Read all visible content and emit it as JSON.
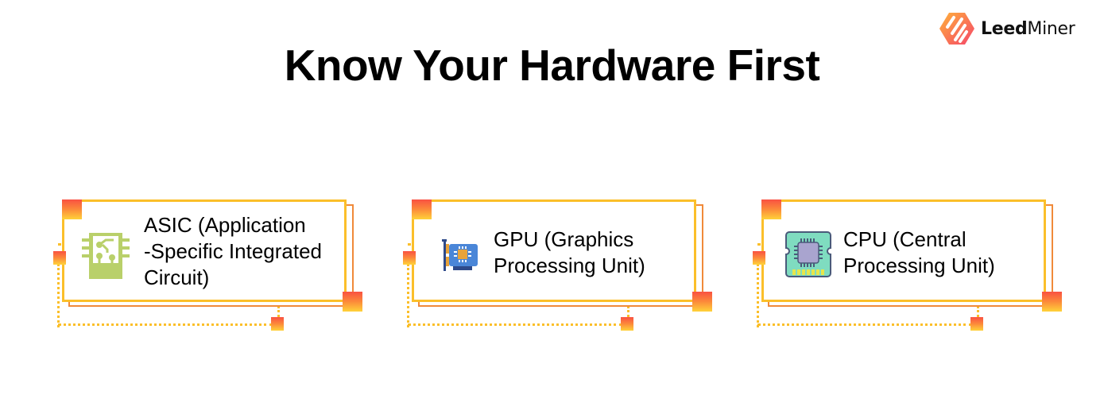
{
  "brand": {
    "name_bold": "Leed",
    "name_regular": "Miner",
    "colors": {
      "gradient_start": "#ffb23a",
      "gradient_end": "#f5456a"
    }
  },
  "title": "Know Your Hardware First",
  "colors": {
    "frame_front": "#fbbf2a",
    "frame_back": "#f08a3a",
    "square_top": "#f95142",
    "square_bottom": "#ffd23a",
    "dots": "#fbbf2a"
  },
  "cards": [
    {
      "icon": "asic-chip-icon",
      "lines": [
        "ASIC (Application",
        "-Specific Integrated",
        "Circuit)"
      ]
    },
    {
      "icon": "gpu-card-icon",
      "lines": [
        "GPU (Graphics",
        "Processing Unit)"
      ]
    },
    {
      "icon": "cpu-chip-icon",
      "lines": [
        "CPU (Central",
        "Processing Unit)"
      ]
    }
  ]
}
